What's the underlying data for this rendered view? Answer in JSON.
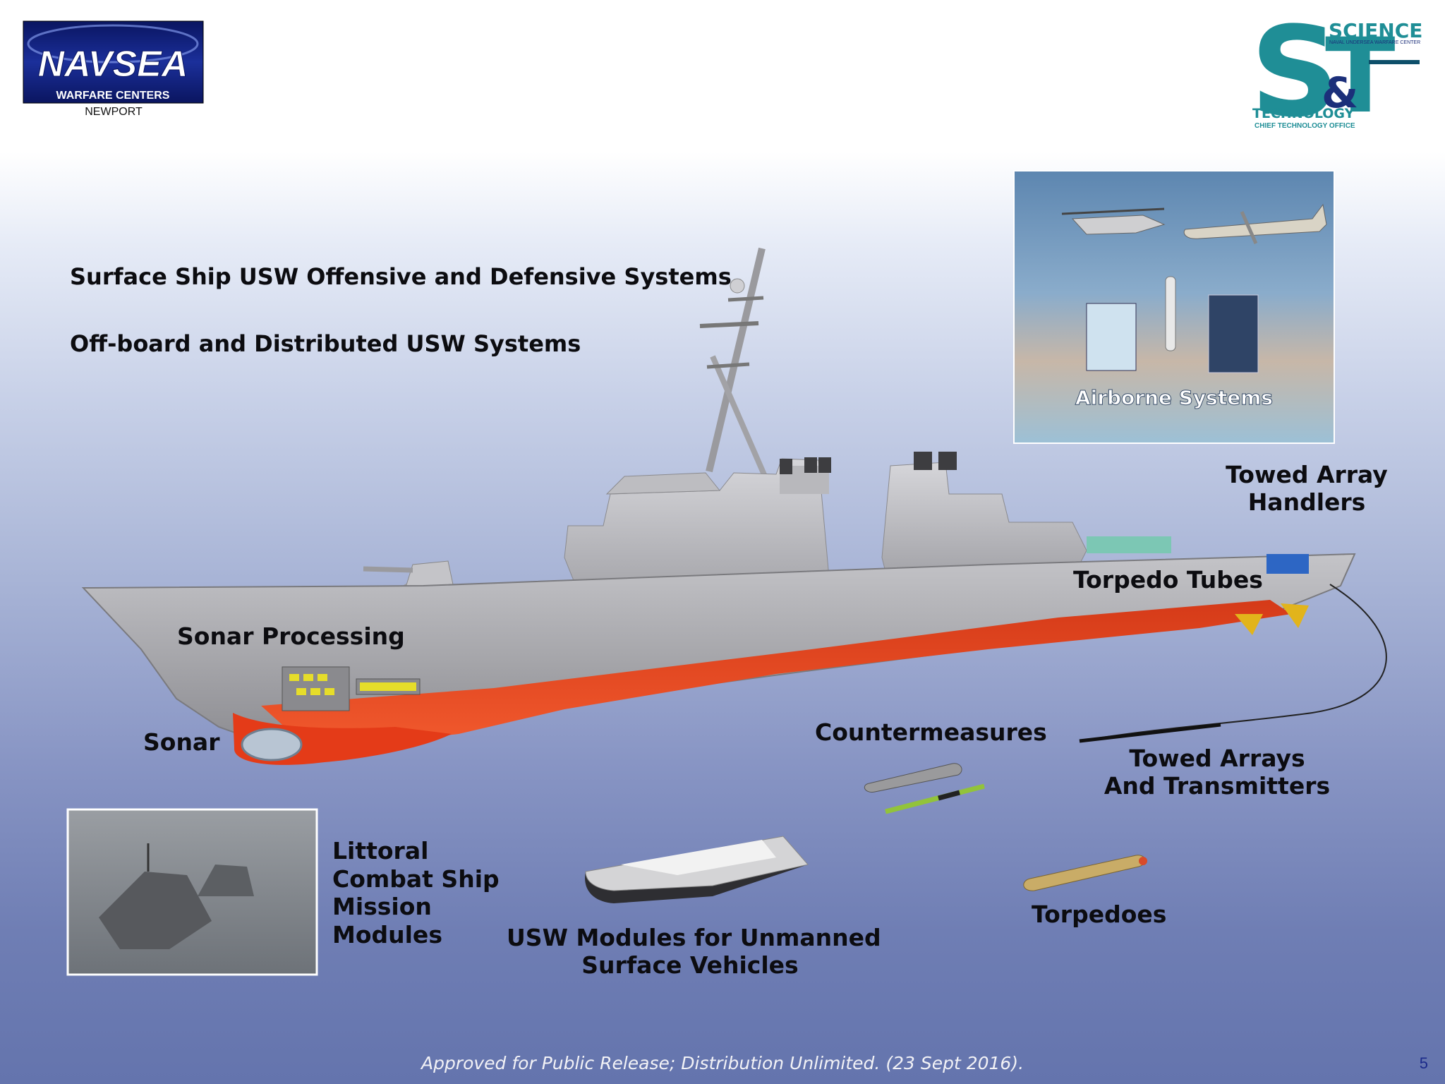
{
  "logos": {
    "navsea": {
      "name": "NAVSEA",
      "subtitle": "WARFARE CENTERS",
      "location": "NEWPORT"
    },
    "st": {
      "top": "SCIENCE",
      "sub_top": "NAVAL UNDERSEA WARFARE CENTER",
      "mid": "TECHNOLOGY",
      "bottom": "CHIEF TECHNOLOGY OFFICE"
    }
  },
  "headings": [
    "Surface Ship USW Offensive and Defensive Systems",
    "Off-board and Distributed USW Systems"
  ],
  "airborne_caption": "Airborne Systems",
  "labels": {
    "towed_array_handlers": [
      "Towed Array",
      "Handlers"
    ],
    "torpedo_tubes": "Torpedo Tubes",
    "sonar_processing": "Sonar Processing",
    "sonar": "Sonar",
    "countermeasures": "Countermeasures",
    "towed_arrays": [
      "Towed Arrays",
      "And Transmitters"
    ],
    "littoral": [
      "Littoral",
      "Combat Ship",
      "Mission",
      "Modules"
    ],
    "usv": [
      "USW Modules for Unmanned",
      "Surface Vehicles"
    ],
    "torpedoes": "Torpedoes"
  },
  "footer": {
    "release": "Approved for Public Release; Distribution Unlimited. (23 Sept 2016).",
    "page": "5"
  },
  "colors": {
    "hull_gray": "#a7a7ab",
    "hull_red": "#e2401c",
    "navy": "#0d1a78",
    "teal": "#1f8e96"
  }
}
